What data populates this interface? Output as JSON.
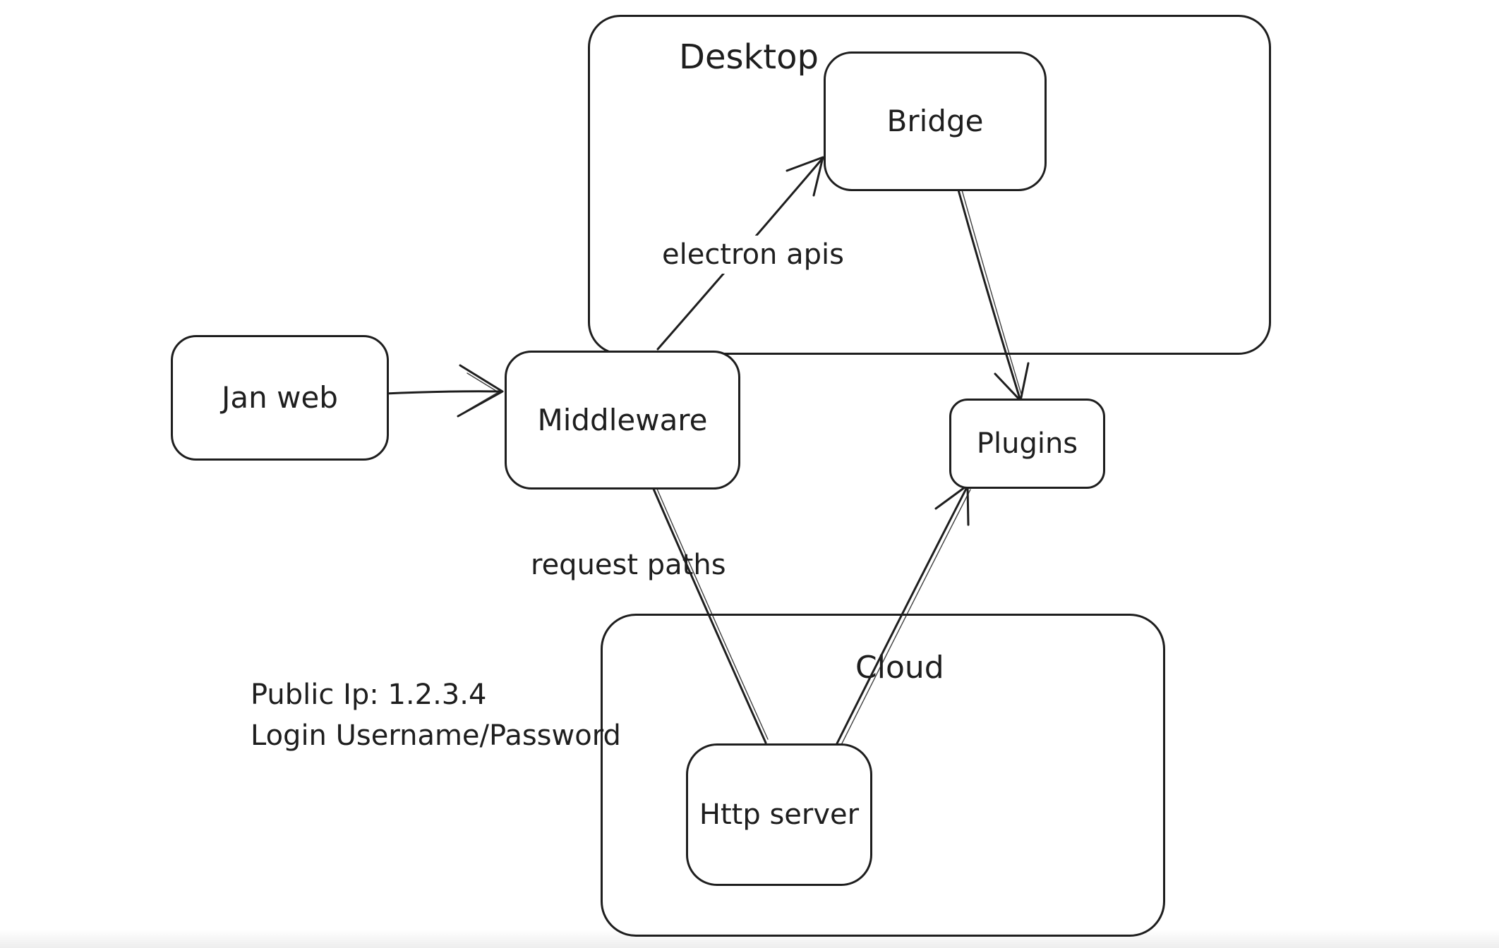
{
  "canvas": {
    "background": "#ffffff",
    "stroke_color": "#1e1e1e"
  },
  "containers": [
    {
      "label": "Desktop"
    },
    {
      "label": "Cloud"
    }
  ],
  "nodes": [
    {
      "label": "Jan web"
    },
    {
      "label": "Middleware"
    },
    {
      "label": "Bridge"
    },
    {
      "label": "Plugins"
    },
    {
      "label": "Http server"
    }
  ],
  "edges": [
    {
      "from": "Jan web",
      "to": "Middleware",
      "label": ""
    },
    {
      "from": "Middleware",
      "to": "Bridge",
      "label": "electron apis"
    },
    {
      "from": "Bridge",
      "to": "Plugins",
      "label": ""
    },
    {
      "from": "Middleware",
      "to": "Http server",
      "label": "request paths"
    },
    {
      "from": "Http server",
      "to": "Plugins",
      "label": ""
    }
  ],
  "annotation": {
    "line1": "Public Ip: 1.2.3.4",
    "line2": "Login Username/Password"
  }
}
